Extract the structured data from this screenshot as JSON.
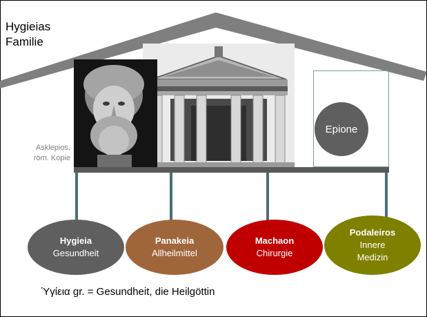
{
  "title_lines": [
    "Hygieias",
    "Familie"
  ],
  "caption_lines": [
    "Asklepios,",
    "röm. Kopie"
  ],
  "epione": {
    "label": "Epione",
    "color": "#5f5f5f"
  },
  "children": [
    {
      "name": "Hygieia",
      "lines": [
        "Gesundheit"
      ],
      "color": "#5f5f5f"
    },
    {
      "name": "Panakeia",
      "lines": [
        "Allheilmittel"
      ],
      "color": "#a0663b"
    },
    {
      "name": "Machaon",
      "lines": [
        "Chirurgie"
      ],
      "color": "#c00000"
    },
    {
      "name": "Podaleiros",
      "lines": [
        "Innere",
        "Medizin"
      ],
      "color": "#7f7f00"
    }
  ],
  "footer": "Ὑγίεια gr. = Gesundheit, die Heilgöttin",
  "colors": {
    "roof": "#7f7f7f",
    "beam": "#595959",
    "posts": "#4a6f75",
    "epione_box": "#7a9c9c"
  }
}
